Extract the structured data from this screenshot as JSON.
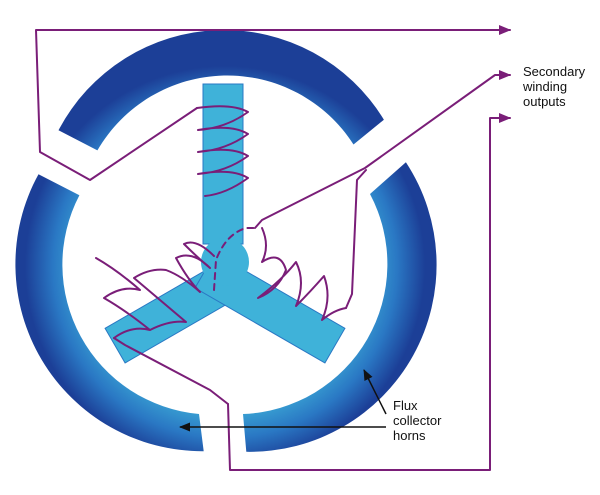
{
  "labels": {
    "secondary_winding_outputs": [
      "Secondary",
      "winding",
      "outputs"
    ],
    "flux_collector_horns": [
      "Flux",
      "collector",
      "horns"
    ]
  },
  "colors": {
    "core_light": "#3fb2d9",
    "core_dark": "#1c3f97",
    "winding": "#7a1e78",
    "arrow": "#111111"
  }
}
